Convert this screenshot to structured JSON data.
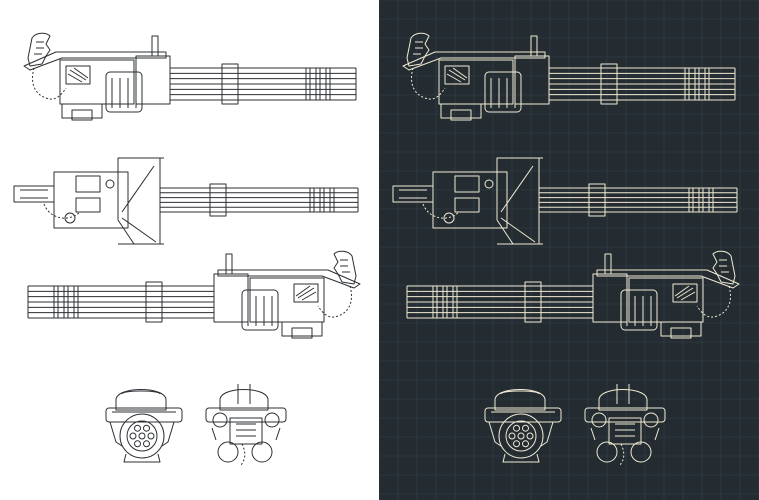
{
  "artwork": {
    "subject": "minigun",
    "views": [
      "side-view-left",
      "top-view",
      "side-view-right",
      "front-view",
      "rear-view"
    ]
  },
  "panels": [
    {
      "id": "light",
      "background": "#ffffff",
      "line_color": "#2b2f33",
      "style": "line-art"
    },
    {
      "id": "dark",
      "background": "#242c32",
      "line_color": "#f0ead2",
      "grid_color": "#34404a",
      "style": "blueprint"
    }
  ]
}
